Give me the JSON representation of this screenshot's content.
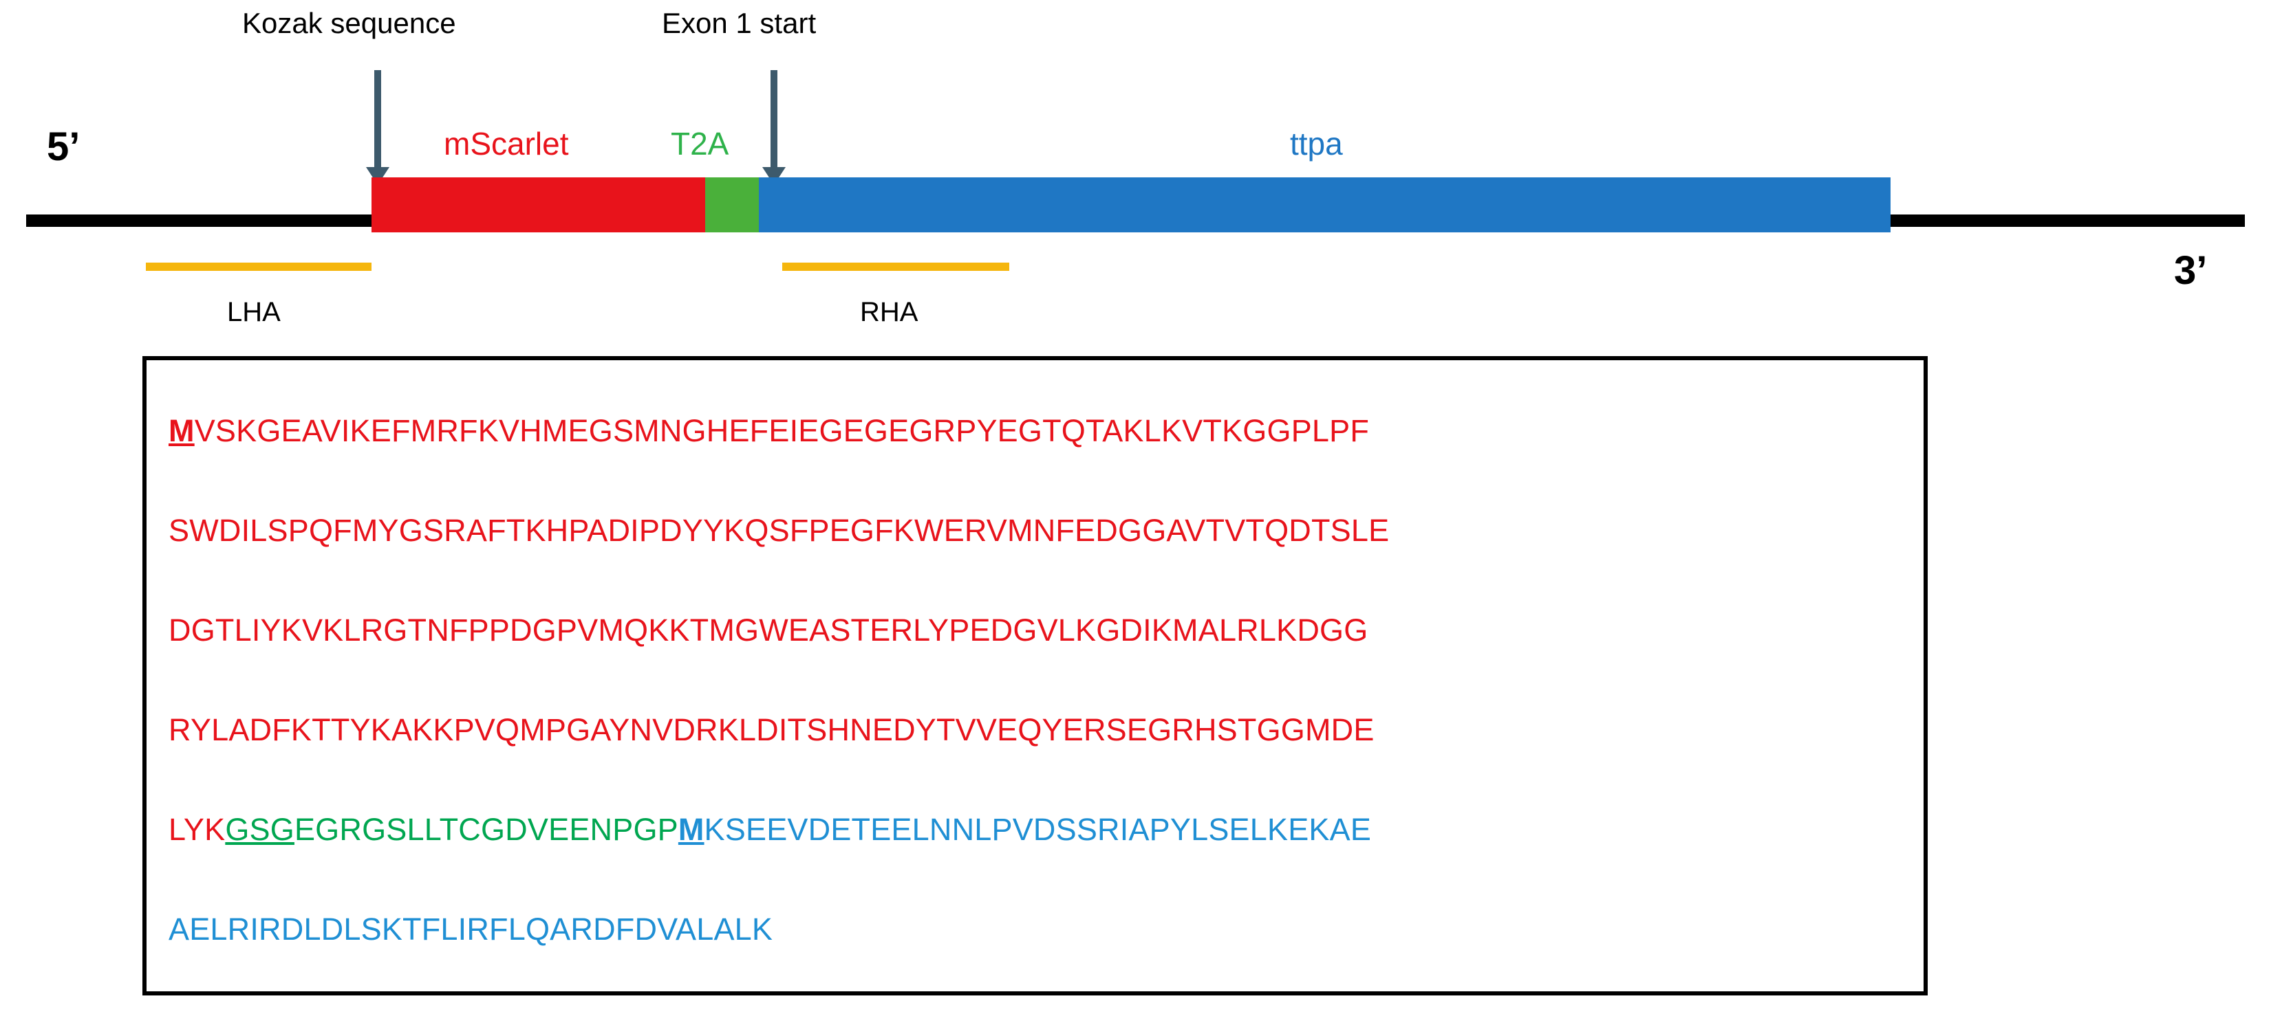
{
  "diagram": {
    "five_prime_label": "5’",
    "three_prime_label": "3’",
    "annotations": [
      {
        "name": "kozak",
        "label": "Kozak sequence"
      },
      {
        "name": "exon1",
        "label": "Exon 1 start"
      }
    ],
    "blocks": [
      {
        "name": "mscarlet",
        "label": "mScarlet",
        "color": "#e8131b"
      },
      {
        "name": "t2a",
        "label": "T2A",
        "color": "#2eb24a"
      },
      {
        "name": "ttpa",
        "label": "ttpa",
        "color": "#1f77c4"
      }
    ],
    "homology_arms": [
      {
        "name": "lha",
        "label": "LHA",
        "color": "#f5b60d"
      },
      {
        "name": "rha",
        "label": "RHA",
        "color": "#f5b60d"
      }
    ],
    "backbone_color": "#000000",
    "arrow_color": "#3d5a6c"
  },
  "sequence": {
    "lines": [
      {
        "segments": [
          {
            "text": "M",
            "color": "red",
            "style": "bold-underline"
          },
          {
            "text": "VSKGEAVIKEFMRFKVHMEGSMNGHEFEIEGEGEGRPYEGTQTAKLKVTKGGPLPF",
            "color": "red",
            "style": "plain"
          }
        ]
      },
      {
        "segments": [
          {
            "text": "SWDILSPQFMYGSRAFTKHPADIPDYYKQSFPEGFKWERVMNFEDGGAVTVTQDTSLE",
            "color": "red",
            "style": "plain"
          }
        ]
      },
      {
        "segments": [
          {
            "text": "DGTLIYKVKLRGTNFPPDGPVMQKKTMGWEASTERLYPEDGVLKGDIKMALRLKDGG",
            "color": "red",
            "style": "plain"
          }
        ]
      },
      {
        "segments": [
          {
            "text": "RYLADFKTTYKAKKPVQMPGAYNVDRKLDITSHNEDYTVVEQYERSEGRHSTGGMDE",
            "color": "red",
            "style": "plain"
          }
        ]
      },
      {
        "segments": [
          {
            "text": "LYK",
            "color": "red",
            "style": "plain"
          },
          {
            "text": "GSG",
            "color": "green",
            "style": "underline"
          },
          {
            "text": "EGRGSLLTCGDVEENPGP",
            "color": "green",
            "style": "plain"
          },
          {
            "text": "M",
            "color": "blue",
            "style": "bold-underline"
          },
          {
            "text": "KSEEVDETEELNNLPVDSSRIAPYLSELKEKAE",
            "color": "blue",
            "style": "plain"
          }
        ]
      },
      {
        "segments": [
          {
            "text": "AELRIRDLDLSKTFLIRFLQARDFDVALALK",
            "color": "blue",
            "style": "plain"
          }
        ]
      }
    ],
    "colors": {
      "red": "#e8131b",
      "green": "#00a650",
      "blue": "#1f8fd4"
    }
  }
}
